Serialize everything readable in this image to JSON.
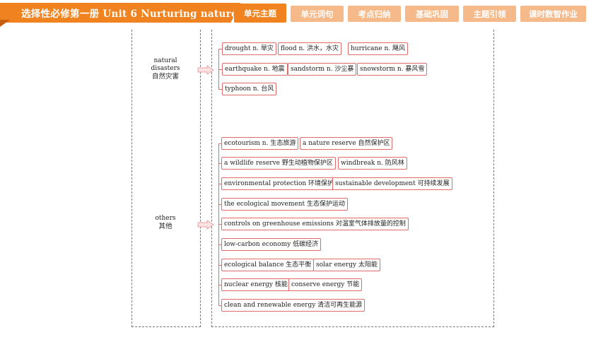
{
  "header": {
    "title": "选择性必修第一册   Unit 6   Nurturing nature",
    "tabs": [
      {
        "label": "单元主题",
        "active": true
      },
      {
        "label": "单元词句",
        "active": false
      },
      {
        "label": "考点归纳",
        "active": false
      },
      {
        "label": "基础巩固",
        "active": false
      },
      {
        "label": "主题引领",
        "active": false
      },
      {
        "label": "课时数智作业",
        "active": false
      }
    ]
  },
  "colors": {
    "accent": "#f0831f",
    "tab_inactive": "#f6b98a",
    "item_border": "#e16b6b"
  },
  "categories": [
    {
      "en": "natural disasters",
      "zh": "自然灾害"
    },
    {
      "en": "others",
      "zh": "其他"
    }
  ],
  "natural_items": [
    "drought n. 旱灾",
    "flood n. 洪水，水灾",
    "hurricane n. 飓风",
    "earthquake n. 地震",
    "sandstorm n. 沙尘暴",
    "snowstorm n. 暴风雪",
    "typhoon n. 台风"
  ],
  "other_items": [
    "ecotourism n. 生态旅游",
    "a nature reserve 自然保护区",
    "a wildlife reserve 野生动植物保护区",
    "windbreak n. 防风林",
    "environmental protection 环境保护",
    "sustainable development 可持续发展",
    "the ecological movement 生态保护运动",
    "controls on greenhouse emissions 对温室气体排放量的控制",
    "low-carbon economy 低碳经济",
    "ecological balance 生态平衡",
    "solar energy 太阳能",
    "nuclear energy 核能",
    "conserve energy 节能",
    "clean and renewable energy 清洁可再生能源"
  ]
}
